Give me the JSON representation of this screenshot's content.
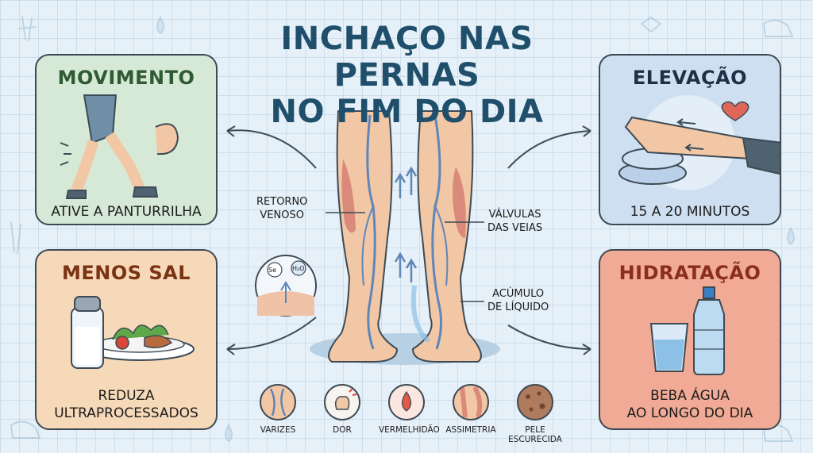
{
  "title": {
    "line1": "INCHAÇO NAS PERNAS",
    "line2": "NO FIM DO DIA"
  },
  "cards": {
    "movement": {
      "title": "MOVIMENTO",
      "caption": "ATIVE A PANTURRILHA"
    },
    "elevation": {
      "title": "ELEVAÇÃO",
      "caption": "15 A 20 MINUTOS"
    },
    "salt": {
      "title": "MENOS SAL",
      "caption_line1": "REDUZA",
      "caption_line2": "ULTRAPROCESSADOS"
    },
    "hydration": {
      "title": "HIDRATAÇÃO",
      "caption_line1": "BEBA ÁGUA",
      "caption_line2": "AO LONGO DO DIA"
    }
  },
  "labels": {
    "venous_return": {
      "line1": "RETORNO",
      "line2": "VENOSO"
    },
    "valves": {
      "line1": "VÁLVULAS",
      "line2": "DAS VEIAS"
    },
    "fluid": {
      "line1": "ACÚMULO",
      "line2": "DE LÍQUIDO"
    },
    "molecule_na": "Se",
    "molecule_h2o": "H₂O"
  },
  "symptoms": [
    {
      "label": "VARIZES",
      "icon": "varicose-icon"
    },
    {
      "label": "DOR",
      "icon": "pain-icon"
    },
    {
      "label": "VERMELHIDÃO",
      "icon": "redness-icon"
    },
    {
      "label": "ASSIMETRIA",
      "icon": "asymmetry-icon"
    },
    {
      "label_line1": "PELE",
      "label_line2": "ESCURECIDA",
      "icon": "dark-skin-icon"
    }
  ],
  "colors": {
    "title": "#1f4f6b",
    "movement_bg": "#d6e9d7",
    "elevation_bg": "#cddff0",
    "salt_bg": "#f6d9b9",
    "hydration_bg": "#f0aa95",
    "skin": "#f2c7a5",
    "vein": "#5f86b8",
    "muscle": "#d98a7a"
  }
}
